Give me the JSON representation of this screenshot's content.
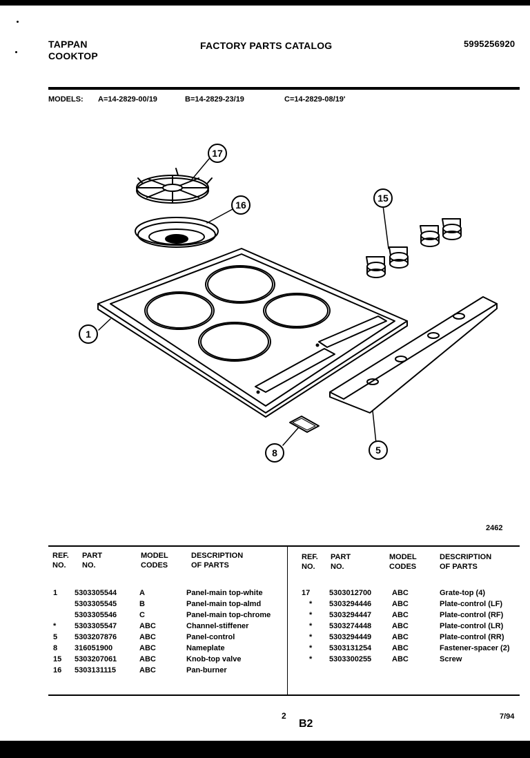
{
  "header": {
    "brand_line1": "TAPPAN",
    "brand_line2": "COOKTOP",
    "catalog_title": "FACTORY PARTS CATALOG",
    "catalog_number": "5995256920"
  },
  "models": {
    "label": "MODELS:",
    "a": "A=14-2829-00/19",
    "b": "B=14-2829-23/19",
    "c": "C=14-2829-08/19'"
  },
  "diagram": {
    "callouts": [
      "17",
      "16",
      "15",
      "1",
      "8",
      "5"
    ],
    "figure_number": "2462"
  },
  "table": {
    "headers": {
      "ref": [
        "REF.",
        "NO."
      ],
      "part": [
        "PART",
        "NO."
      ],
      "model": [
        "MODEL",
        "CODES"
      ],
      "desc": [
        "DESCRIPTION",
        "OF PARTS"
      ]
    },
    "left_rows": [
      {
        "ref": "1",
        "part": "5303305544",
        "code": "A",
        "desc": "Panel-main top-white"
      },
      {
        "ref": "",
        "part": "5303305545",
        "code": "B",
        "desc": "Panel-main top-almd"
      },
      {
        "ref": "",
        "part": "5303305546",
        "code": "C",
        "desc": "Panel-main top-chrome"
      },
      {
        "ref": "*",
        "part": "5303305547",
        "code": "ABC",
        "desc": "Channel-stiffener"
      },
      {
        "ref": "5",
        "part": "5303207876",
        "code": "ABC",
        "desc": "Panel-control"
      },
      {
        "ref": "8",
        "part": "316051900",
        "code": "ABC",
        "desc": "Nameplate"
      },
      {
        "ref": "15",
        "part": "5303207061",
        "code": "ABC",
        "desc": "Knob-top valve"
      },
      {
        "ref": "16",
        "part": "5303131115",
        "code": "ABC",
        "desc": "Pan-burner"
      }
    ],
    "right_rows": [
      {
        "ref": "17",
        "part": "5303012700",
        "code": "ABC",
        "desc": "Grate-top (4)"
      },
      {
        "ref": "*",
        "part": "5303294446",
        "code": "ABC",
        "desc": "Plate-control (LF)"
      },
      {
        "ref": "*",
        "part": "5303294447",
        "code": "ABC",
        "desc": "Plate-control (RF)"
      },
      {
        "ref": "*",
        "part": "5303274448",
        "code": "ABC",
        "desc": "Plate-control (LR)"
      },
      {
        "ref": "*",
        "part": "5303294449",
        "code": "ABC",
        "desc": "Plate-control (RR)"
      },
      {
        "ref": "*",
        "part": "5303131254",
        "code": "ABC",
        "desc": "Fastener-spacer (2)"
      },
      {
        "ref": "*",
        "part": "5303300255",
        "code": "ABC",
        "desc": "Screw"
      }
    ]
  },
  "footer": {
    "page": "2",
    "code": "B2",
    "date": "7/94"
  }
}
